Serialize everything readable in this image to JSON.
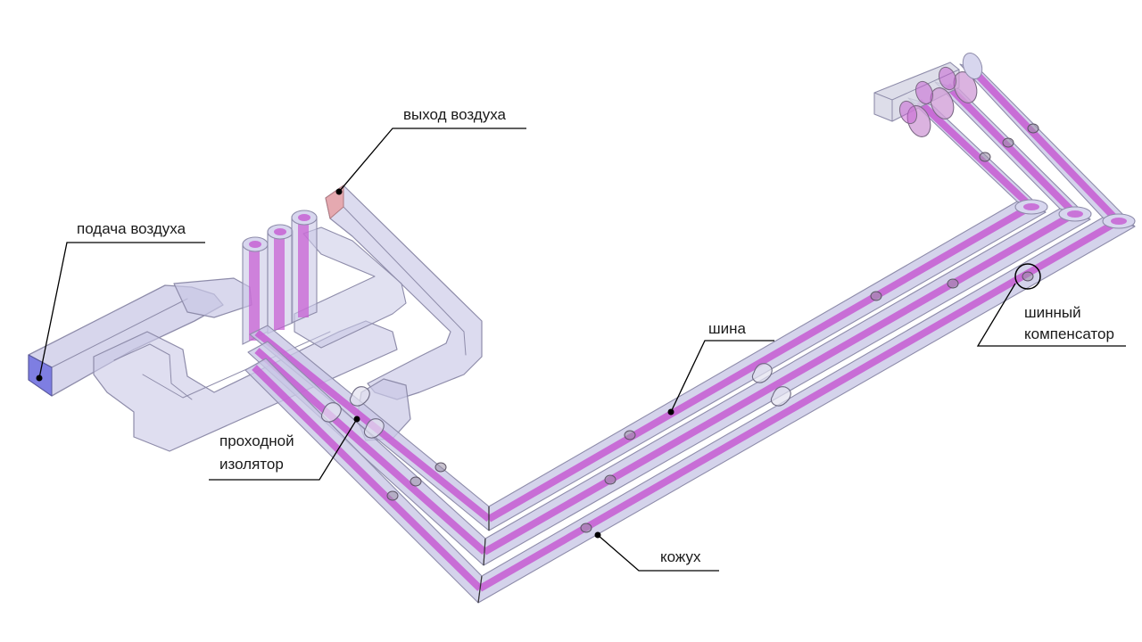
{
  "labels": {
    "air_supply": "подача воздуха",
    "air_outlet": "выход воздуха",
    "bus": "шина",
    "bus_compensator_line1": "шинный",
    "bus_compensator_line2": "компенсатор",
    "feedthrough_line1": "проходной",
    "feedthrough_line2": "изолятор",
    "casing": "кожух"
  },
  "colors": {
    "casing_fill": "#c9c8e6",
    "casing_edge": "#8e8caa",
    "bus_fill": "#c65ad2",
    "inlet_face": "#6f6fe0",
    "outlet_face": "#e5a3a8",
    "leader": "#000000"
  }
}
